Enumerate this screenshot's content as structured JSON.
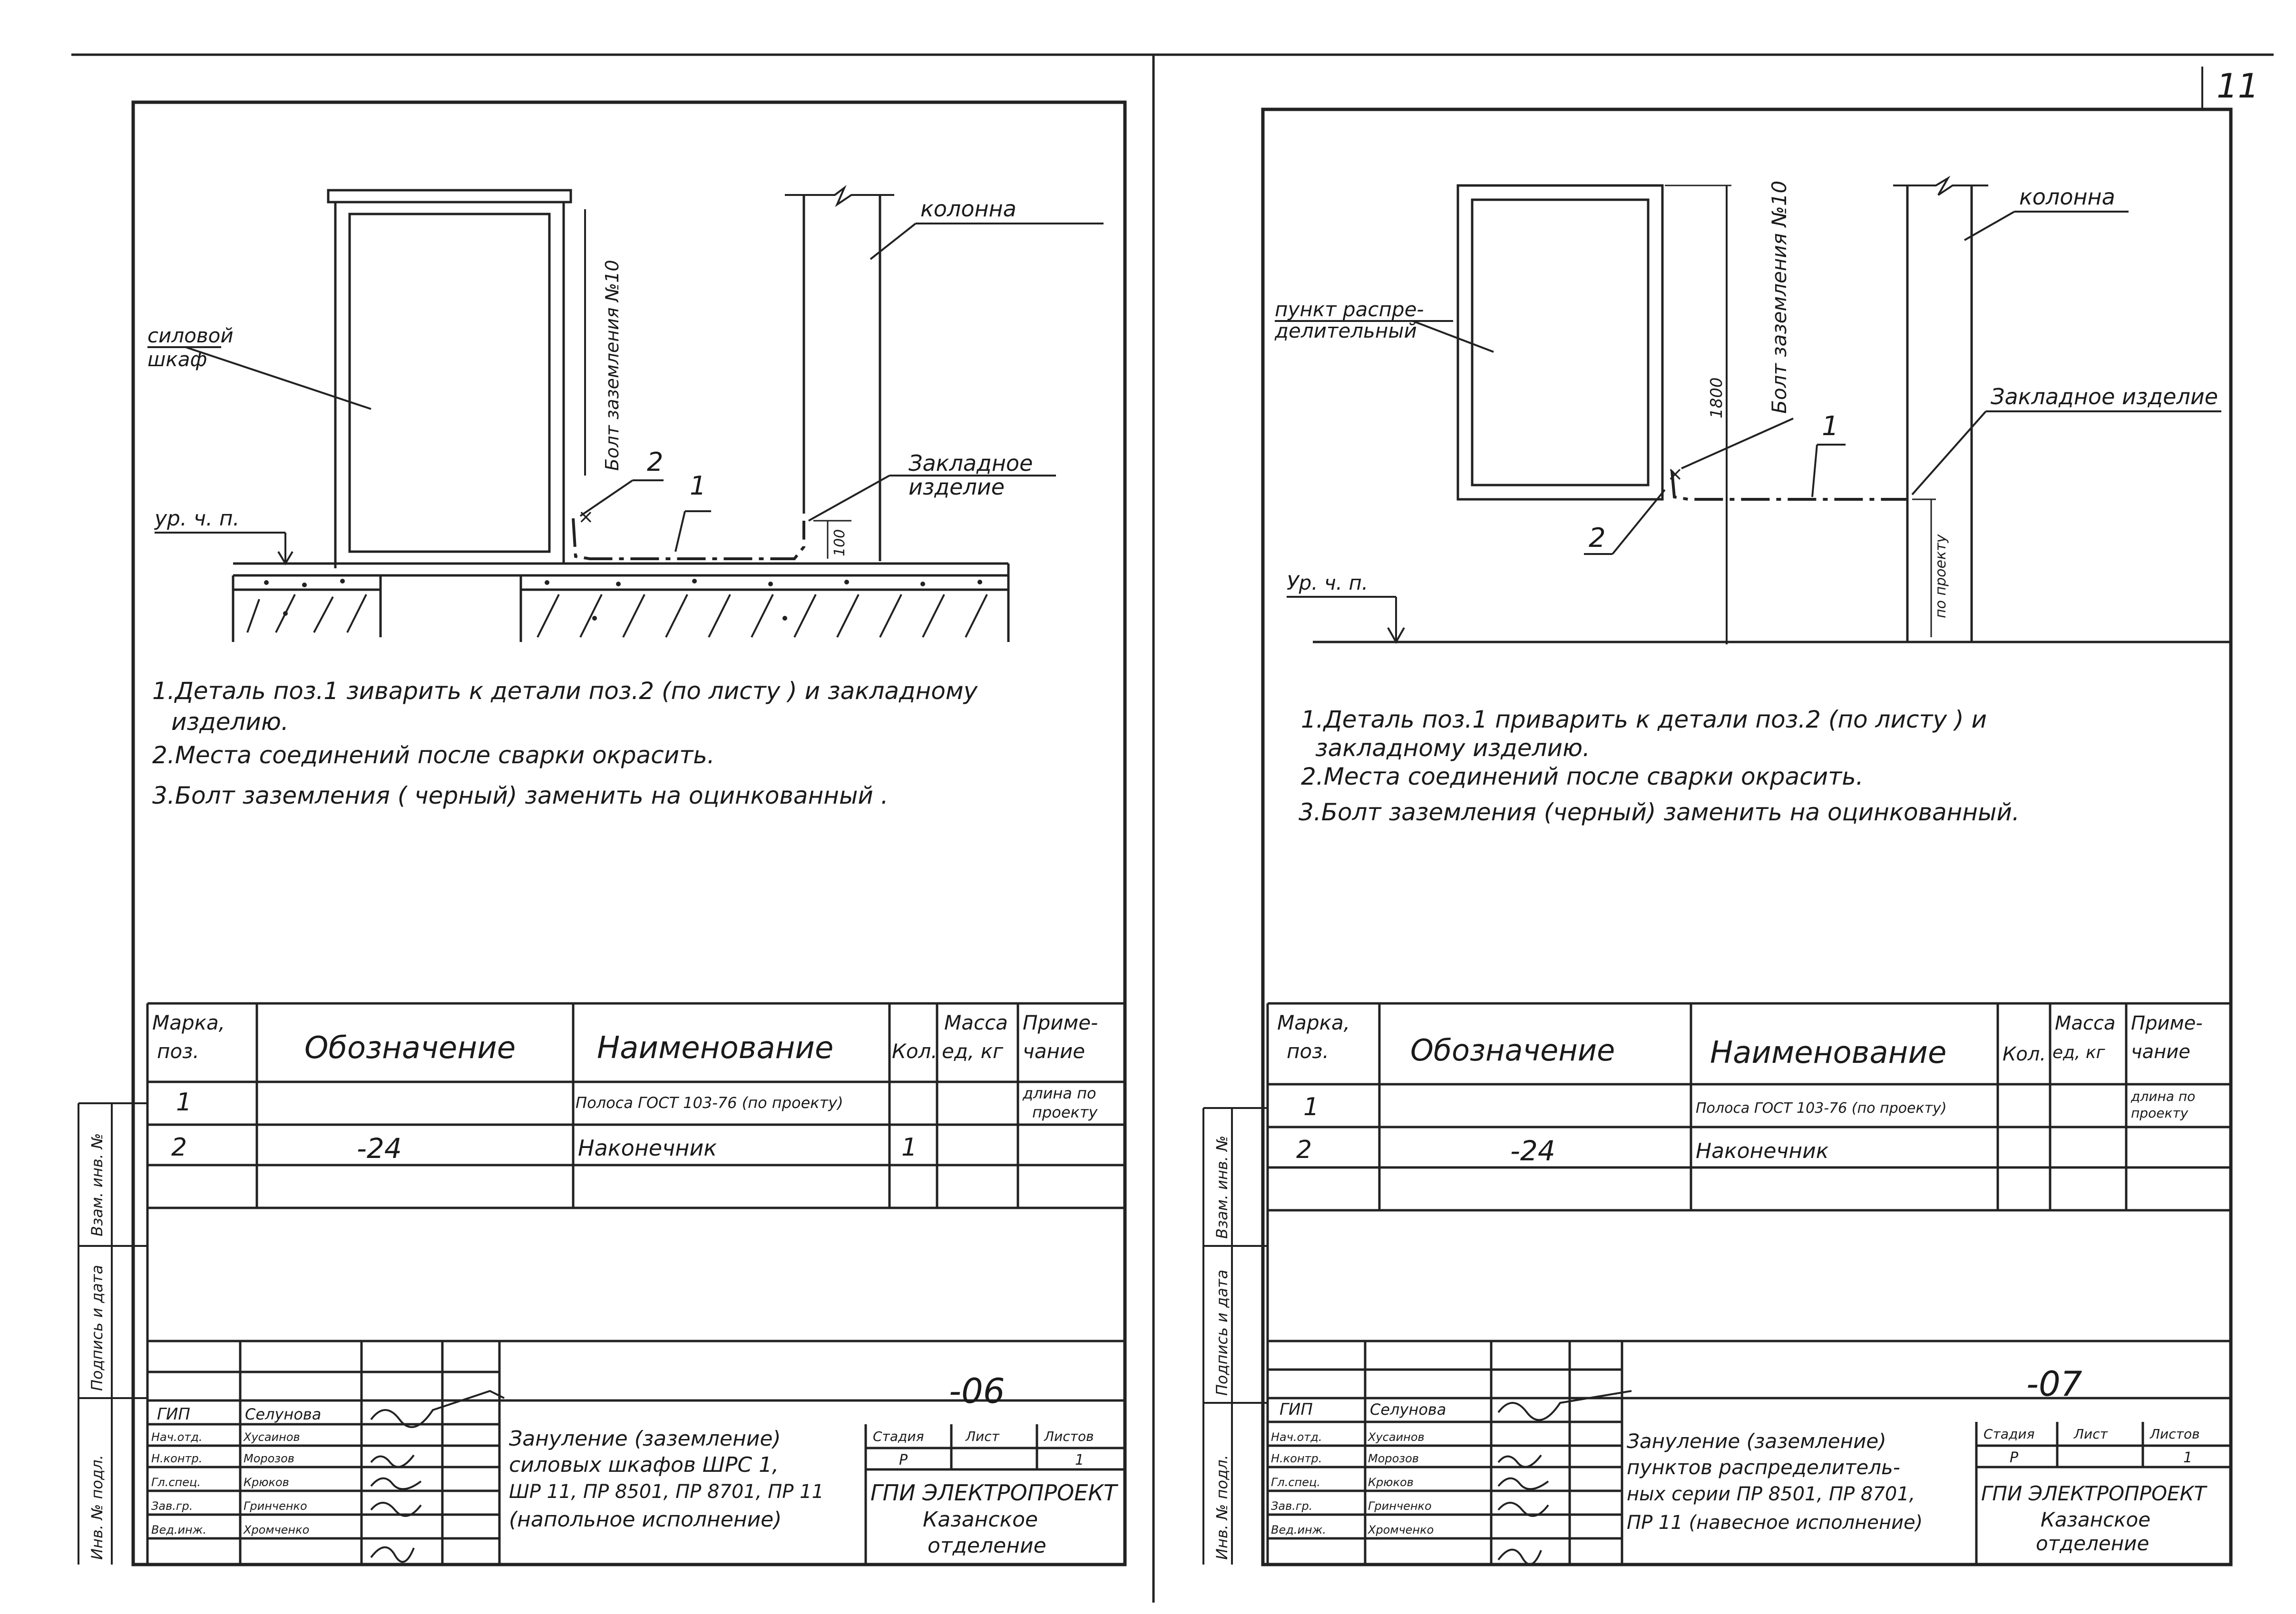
{
  "page_number": "11",
  "left_sheet": {
    "labels": {
      "cabinet": [
        "силовой",
        "шкаф"
      ],
      "column": "колонна",
      "bolt": "Болт заземления №10",
      "embedded": [
        "Закладное",
        "изделие"
      ],
      "level": "ур. ч. п.",
      "pos1": "1",
      "pos2": "2",
      "dim": "100"
    },
    "notes": [
      "1.Деталь поз.1  зиварить  к детали поз.2  (по листу ) и закладному",
      "изделию.",
      "2.Места соединений после сварки окрасить.",
      "3.Болт заземления ( черный) заменить на оцинкованный ."
    ],
    "spec": {
      "headers": [
        "Марка,",
        "поз.",
        "Обозначение",
        "Наименование",
        "Кол.",
        "Масса",
        "ед, кг",
        "Приме-",
        "чание"
      ],
      "rows": [
        {
          "pos": "1",
          "designation": "",
          "name": "Полоса ГОСТ 103-76 (по проекту)",
          "qty": "",
          "mass": "",
          "note1": "длина по",
          "note2": "проекту"
        },
        {
          "pos": "2",
          "designation": "-24",
          "name": "Наконечник",
          "qty": "1",
          "mass": "",
          "note1": "",
          "note2": ""
        }
      ]
    },
    "title_block": {
      "code": "-06",
      "roles": [
        "ГИП",
        "Нач.отд.",
        "Н.контр.",
        "Гл.спец.",
        "Зав.гр.",
        "Вед.инж."
      ],
      "names": [
        "Селунова",
        "Хусаинов",
        "Морозов",
        "Крюков",
        "Гринченко",
        "Хромченко"
      ],
      "title": [
        "Зануление (заземление)",
        "силовых шкафов ШРС 1,",
        "ШР 11, ПР 8501, ПР 8701, ПР 11",
        "(напольное исполнение)"
      ],
      "stage_headers": [
        "Стадия",
        "Лист",
        "Листов"
      ],
      "stage_values": [
        "Р",
        "",
        "1"
      ],
      "org": [
        "ГПИ ЭЛЕКТРОПРОЕКТ",
        "Казанское",
        "отделение"
      ]
    },
    "side_stamp": [
      "Инв. № подл.",
      "Подпись и дата",
      "Взам. инв. №"
    ]
  },
  "right_sheet": {
    "labels": {
      "cabinet": [
        "пункт распре-",
        "делительный"
      ],
      "column": "колонна",
      "bolt": "Болт заземления №10",
      "embedded": "Закладное изделие",
      "level": "Ур. ч. п.",
      "pos1": "1",
      "pos2": "2",
      "dim_height": "1800",
      "dim_text": "по проекту"
    },
    "notes": [
      "1.Деталь поз.1 приварить  к детали  поз.2  (по листу  )  и",
      "закладному изделию.",
      "2.Места соединений  после сварки окрасить.",
      "3.Болт заземления (черный) заменить  на оцинкованный."
    ],
    "spec": {
      "headers": [
        "Марка,",
        "поз.",
        "Обозначение",
        "Наименование",
        "Кол.",
        "Масса",
        "ед, кг",
        "Приме-",
        "чание"
      ],
      "rows": [
        {
          "pos": "1",
          "designation": "",
          "name": "Полоса ГОСТ 103-76 (по проекту)",
          "qty": "",
          "mass": "",
          "note1": "длина по",
          "note2": "проекту"
        },
        {
          "pos": "2",
          "designation": "-24",
          "name": "Наконечник",
          "qty": "",
          "mass": "",
          "note1": "",
          "note2": ""
        }
      ]
    },
    "title_block": {
      "code": "-07",
      "roles": [
        "ГИП",
        "Нач.отд.",
        "Н.контр.",
        "Гл.спец.",
        "Зав.гр.",
        "Вед.инж."
      ],
      "names": [
        "Селунова",
        "Хусаинов",
        "Морозов",
        "Крюков",
        "Гринченко",
        "Хромченко"
      ],
      "title": [
        "Зануление (заземление)",
        "пунктов распределитель-",
        "ных серии ПР 8501, ПР 8701,",
        "ПР 11 (навесное исполнение)"
      ],
      "stage_headers": [
        "Стадия",
        "Лист",
        "Листов"
      ],
      "stage_values": [
        "Р",
        "",
        "1"
      ],
      "org": [
        "ГПИ ЭЛЕКТРОПРОЕКТ",
        "Казанское",
        "отделение"
      ]
    },
    "side_stamp": [
      "Инв. № подл.",
      "Подпись и дата",
      "Взам. инв. №"
    ]
  }
}
